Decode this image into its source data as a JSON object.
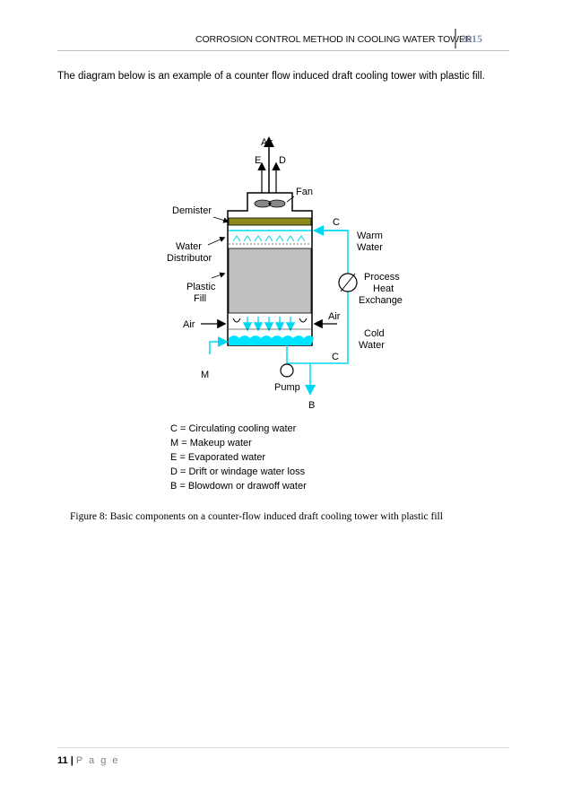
{
  "header": {
    "title": "CORROSION CONTROL METHOD IN COOLING WATER TOWER",
    "year": "2015"
  },
  "intro": "The diagram below is an example of a counter flow induced draft cooling tower with  plastic fill.",
  "diagram": {
    "labels": {
      "air_top": "Air",
      "e": "E",
      "d": "D",
      "fan": "Fan",
      "demister": "Demister",
      "c_top": "C",
      "warm_water_1": "Warm",
      "warm_water_2": "Water",
      "water_distributor_1": "Water",
      "water_distributor_2": "Distributor",
      "process_1": "Process",
      "process_2": "Heat",
      "process_3": "Exchange",
      "plastic_fill_1": "Plastic",
      "plastic_fill_2": "Fill",
      "air_left": "Air",
      "air_right": "Air",
      "cold_water_1": "Cold",
      "cold_water_2": "Water",
      "c_bottom": "C",
      "m": "M",
      "pump": "Pump",
      "b": "B"
    },
    "legend": [
      "C = Circulating cooling water",
      "M = Makeup water",
      "E = Evaporated water",
      "D = Drift or windage water loss",
      "B = Blowdown or drawoff water"
    ],
    "colors": {
      "water": "#00e5ff",
      "demister": "#8b8a1a",
      "fill": "#c0c0c0"
    }
  },
  "caption": "Figure 8: Basic components on a counter-flow induced draft cooling tower with  plastic fill",
  "footer": {
    "page_number": "11",
    "separator": "|",
    "page_word": "P a g e"
  }
}
